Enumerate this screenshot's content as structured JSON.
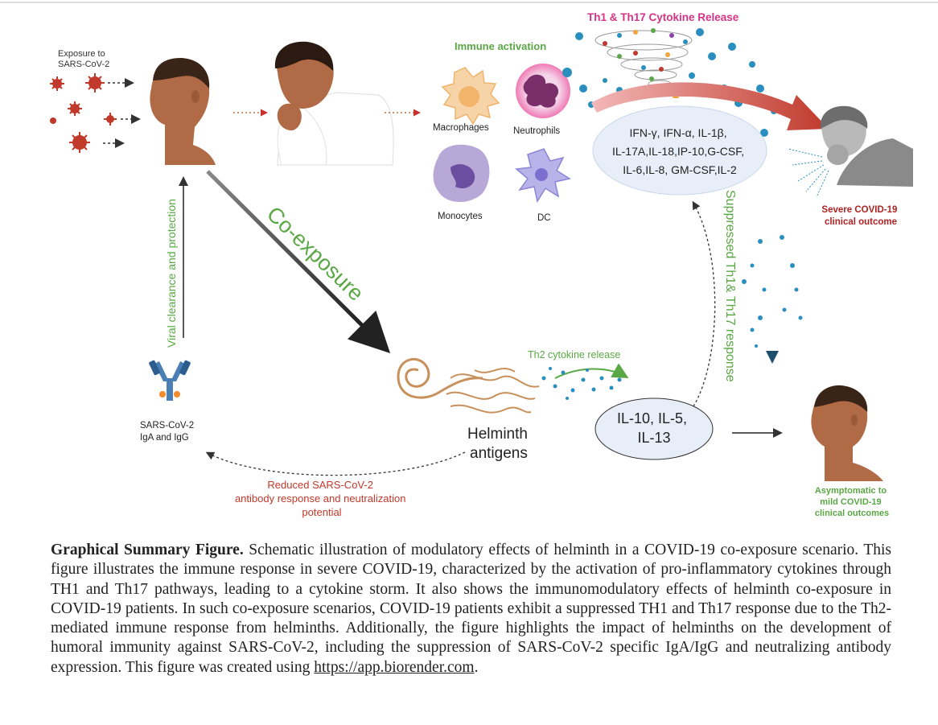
{
  "diagram": {
    "exposure_label": "Exposure to SARS-CoV-2",
    "exposure_lines": [
      "Exposure to",
      "SARS-CoV-2"
    ],
    "immune_activation": "Immune activation",
    "cells": {
      "macrophages": "Macrophages",
      "neutrophils": "Neutrophils",
      "monocytes": "Monocytes",
      "dc": "DC"
    },
    "cytokine_release_title": "Th1 & Th17 Cytokine Release",
    "th1_cytokines": [
      "IFN-γ, IFN-α, IL-1β,",
      "IL-17A,IL-18,IP-10,G-CSF,",
      "IL-6,IL-8, GM-CSF,IL-2"
    ],
    "severe_outcome": [
      "Severe COVID-19",
      "clinical outcome"
    ],
    "co_exposure": "Co-exposure",
    "viral_clearance": "Viral clearance and protection",
    "antibody_label": [
      "SARS-CoV-2",
      "IgA and IgG"
    ],
    "helminth_label": [
      "Helminth",
      "antigens"
    ],
    "th2_release": "Th2 cytokine release",
    "th2_cytokines": [
      "IL-10, IL-5,",
      "IL-13"
    ],
    "suppressed_response": "Suppressed Th1& Th17 response",
    "reduced_antibody": [
      "Reduced SARS-CoV-2",
      "antibody response and neutralization",
      "potential"
    ],
    "mild_outcome": [
      "Asymptomatic to",
      "mild COVID-19",
      "clinical outcomes"
    ]
  },
  "caption": {
    "title": "Graphical Summary Figure.",
    "body": " Schematic illustration of modulatory effects of helminth in a COVID-19 co-exposure scenario. This figure illustrates the immune response in severe COVID-19, characterized by the activation of pro-inflammatory cytokines through TH1 and Th17 pathways, leading to a cytokine storm. It also shows the immunomodulatory effects of helminth co-exposure in COVID-19 patients. In such co-exposure scenarios, COVID-19 patients exhibit a suppressed TH1 and Th17 response due to the Th2-mediated immune response from helminths. Additionally, the figure highlights the impact of helminths on the development of humoral immunity against SARS-CoV-2, including the suppression of SARS-CoV-2 specific IgA/IgG and neutralizing antibody expression. This figure was created using ",
    "link": "https://app.biorender.com",
    "end": "."
  },
  "colors": {
    "green": "#5aa845",
    "red_text": "#c0392b",
    "severe_red": "#b22222",
    "pink_title": "#d63384",
    "blue_dot": "#2a8fbf",
    "ellipse_fill": "#e8eef8",
    "skin": "#b06a45",
    "virus": "#c0392b"
  }
}
